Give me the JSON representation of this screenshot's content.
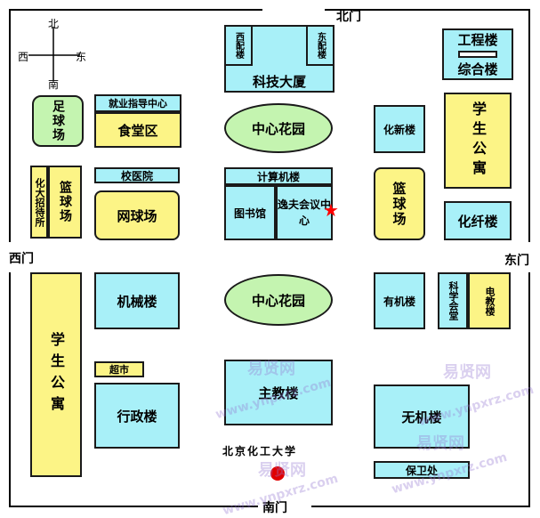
{
  "gates": {
    "north": "北门",
    "south": "南门",
    "east": "东门",
    "west": "西门"
  },
  "compass": {
    "n": "北",
    "s": "南",
    "e": "东",
    "w": "西"
  },
  "buildings": {
    "xipei": "西配楼",
    "dongpei": "东配楼",
    "keji": "科技大厦",
    "gongcheng": "工程楼",
    "zonghe": "综合楼",
    "zuqiu": "足球场",
    "jiuye": "就业指导中心",
    "shitang": "食堂区",
    "garden_north": "中心花园",
    "huaxin": "化新楼",
    "dorm_east": "学生公寓",
    "zhaodai": "化大招待所",
    "lanqiu_west": "篮球场",
    "xiaoyiyuan": "校医院",
    "wangqiu": "网球场",
    "jisuanji": "计算机楼",
    "tushuguan": "图书馆",
    "yifu": "逸夫会议中心",
    "lanqiu_east": "篮球场",
    "huaxian": "化纤楼",
    "dorm_west": "学生公寓",
    "jixie": "机械楼",
    "garden_south": "中心花园",
    "youji": "有机楼",
    "kexue": "科学会堂",
    "diandian": "电教楼",
    "chaoshi": "超市",
    "zhujiao": "主教楼",
    "xingzheng": "行政楼",
    "wuji": "无机楼",
    "baowei": "保卫处"
  },
  "university": "北京化工大学",
  "watermark": {
    "cn": "易贤网",
    "url": "www.ynpxrz.com"
  },
  "colors": {
    "cyan": "#a8f0f8",
    "yellow": "#fcf486",
    "green": "#c4f4b0",
    "star": "#ff0000",
    "dot": "#e00000"
  }
}
